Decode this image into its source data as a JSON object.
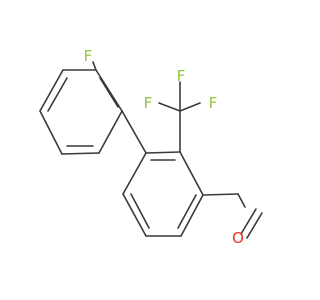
{
  "atoms": {
    "fluoro_ring": "F",
    "cf3_top": "F",
    "cf3_left": "F",
    "cf3_right": "F",
    "aldehyde_o": "O"
  },
  "colors": {
    "bond": "#3a3a3a",
    "fluorine": "#8ec63f",
    "oxygen": "#e8322d",
    "background": "#ffffff"
  }
}
